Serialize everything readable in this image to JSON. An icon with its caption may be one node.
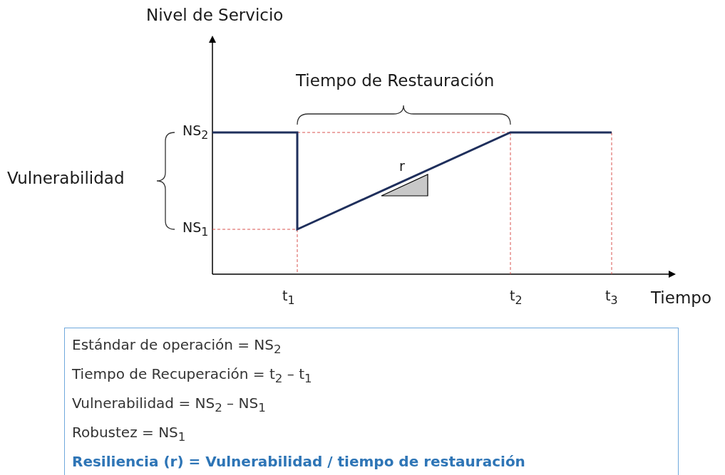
{
  "diagram": {
    "nodes": [
      {
        "text": [
          "Estándar de operación = NS$_{2}$",
          "Tiempo de Recuperación = t$_{2}$ – t$_{1}$",
          "Vulnerabilidad = NS$_{2}$ – NS$_{1}$",
          "Robustez = NS$_{1}$",
          "Resiliencia (r) = Vulnerabilidad / tiempo de restauración"
        ]
      }
    ],
    "labels": [
      "Nivel de Servicio",
      "Tiempo de Restauración",
      "NS$_{2}$",
      "Vulnerabilidad",
      "r",
      "NS$_{1}$",
      "t$_{1}$",
      "t$_{2}$",
      "t$_{3}$",
      "Tiempo"
    ]
  }
}
